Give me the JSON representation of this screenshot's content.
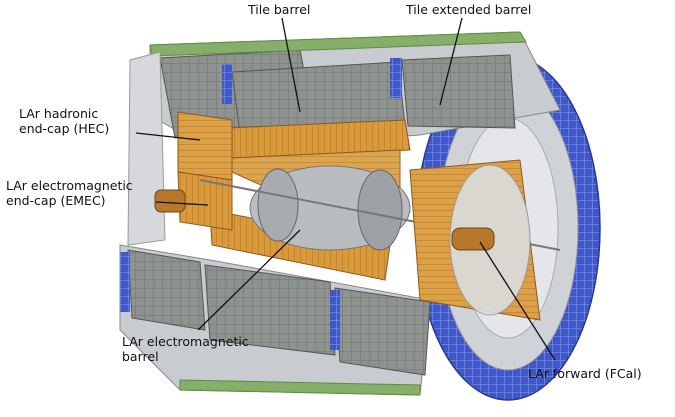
{
  "labels": {
    "tile_barrel": "Tile barrel",
    "tile_extended_barrel": "Tile extended barrel",
    "hec_line1": "LAr hadronic",
    "hec_line2": "end-cap (HEC)",
    "emec_line1": "LAr electromagnetic",
    "emec_line2": "end-cap (EMEC)",
    "emb_line1": "LAr electromagnetic",
    "emb_line2": "barrel",
    "fcal": "LAr forward (FCal)"
  },
  "colors": {
    "tile_gray": "#8f938f",
    "tile_dark": "#6f736f",
    "lar_orange": "#d99a3c",
    "lar_dark": "#b8782a",
    "blue": "#3f57c8",
    "light_blue": "#8fa0e0",
    "green": "#86b06a",
    "inner_gray": "#b9bcc0",
    "steel": "#d6d8dc"
  }
}
